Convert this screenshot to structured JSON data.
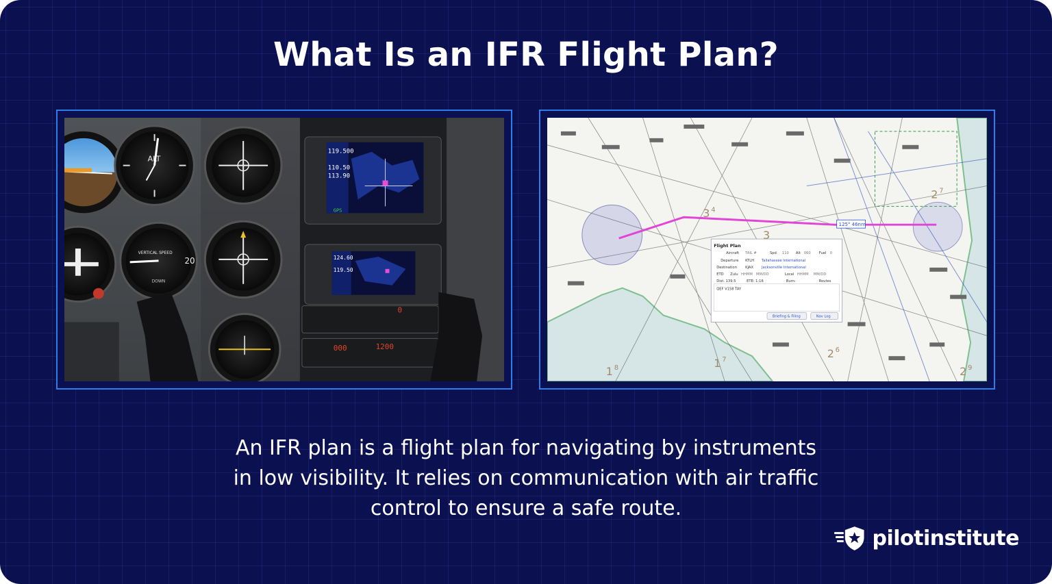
{
  "title": "What Is an IFR Flight Plan?",
  "caption_lines": [
    "An IFR plan is a flight plan for navigating by instruments",
    "in low visibility. It relies on communication with air traffic",
    "control to ensure a safe route."
  ],
  "brand": {
    "name": "pilotinstitute",
    "icon": "star-shield-icon"
  },
  "panel_image": {
    "icon": "cockpit-panel-photo",
    "radio1": {
      "freq_a": "119.500",
      "freq_b": "110.50",
      "freq_c": "113.90",
      "label": "GPS"
    },
    "radio2": {
      "freq_a": "124.60",
      "freq_b": "119.50"
    },
    "transponder": {
      "left": "000",
      "code": "1200"
    },
    "gauges": {
      "alt": "ALT",
      "vsi": "VERTICAL SPEED",
      "down": "DOWN"
    }
  },
  "chart_image": {
    "icon": "ifr-enroute-chart",
    "flight_plan": {
      "title": "Flight Plan",
      "aircraft_label": "Aircraft",
      "aircraft_value": "TAIL #",
      "speed_label": "Spd",
      "speed_value": "110",
      "alt_label": "Alt",
      "alt_value": "060",
      "fuel_label": "Fuel",
      "fuel_value": "0",
      "departure_label": "Departure",
      "departure_code": "KTLH",
      "departure_name": "Tallahassee International",
      "destination_label": "Destination",
      "destination_code": "KJAX",
      "destination_name": "Jacksonville International",
      "etd_label": "ETD",
      "zulu_label": "Zulu",
      "zulu_value": "HHMM",
      "date_value": "MM/DD",
      "local_label": "Local",
      "local_value": "HHMM",
      "local_date": "MM/DD",
      "dist_label": "Dist. 139.5",
      "ete_label": "ETE: 1:16",
      "burn_label": "Burn:",
      "routes_label": "Routes",
      "route_value": "QEF V158 TAY",
      "briefing_button": "Briefing & Filing",
      "navlog_button": "Nav Log"
    },
    "route_label": "125°  46nm",
    "numbers": [
      "3",
      "4",
      "3",
      "2",
      "7",
      "1",
      "8",
      "1",
      "7",
      "2",
      "6",
      "2",
      "9"
    ]
  }
}
